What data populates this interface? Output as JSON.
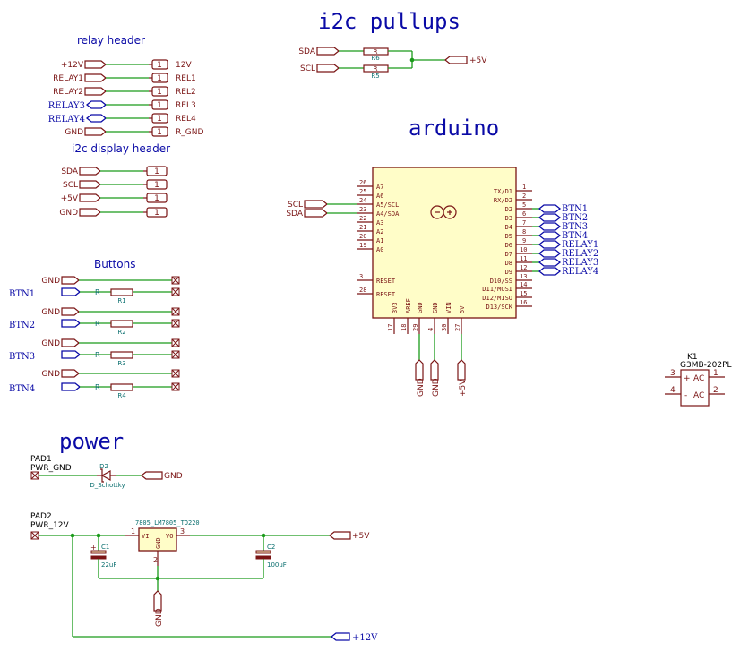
{
  "titles": {
    "i2c_pullups": "i2c pullups",
    "arduino": "arduino",
    "power": "power",
    "relay_header": "relay header",
    "i2c_display_header": "i2c display header",
    "buttons": "Buttons"
  },
  "relay_header": {
    "rows": [
      {
        "net": "+12V",
        "pin": "1",
        "name": "12V"
      },
      {
        "net": "RELAY1",
        "pin": "1",
        "name": "REL1"
      },
      {
        "net": "RELAY2",
        "pin": "1",
        "name": "REL2"
      },
      {
        "net": "RELAY3",
        "pin": "1",
        "name": "REL3"
      },
      {
        "net": "RELAY4",
        "pin": "1",
        "name": "REL4"
      },
      {
        "net": "GND",
        "pin": "1",
        "name": "R_GND"
      }
    ]
  },
  "i2c_display_header": {
    "rows": [
      {
        "net": "SDA",
        "pin": "1"
      },
      {
        "net": "SCL",
        "pin": "1"
      },
      {
        "net": "+5V",
        "pin": "1"
      },
      {
        "net": "GND",
        "pin": "1"
      }
    ]
  },
  "i2c_pullups": {
    "sda": "SDA",
    "scl": "SCL",
    "r6_value": "R",
    "r6_ref": "R6",
    "r5_value": "R",
    "r5_ref": "R5",
    "supply": "+5V"
  },
  "buttons": {
    "gnd": "GND",
    "items": [
      {
        "net": "BTN1",
        "res_value": "R",
        "res_ref": "R1"
      },
      {
        "net": "BTN2",
        "res_value": "R",
        "res_ref": "R2"
      },
      {
        "net": "BTN3",
        "res_value": "R",
        "res_ref": "R3"
      },
      {
        "net": "BTN4",
        "res_value": "R",
        "res_ref": "R4"
      }
    ]
  },
  "arduino": {
    "left_pins": [
      {
        "num": "26",
        "name": "A7"
      },
      {
        "num": "25",
        "name": "A6"
      },
      {
        "num": "24",
        "name": "A5/SCL"
      },
      {
        "num": "23",
        "name": "A4/SDA"
      },
      {
        "num": "22",
        "name": "A3"
      },
      {
        "num": "21",
        "name": "A2"
      },
      {
        "num": "20",
        "name": "A1"
      },
      {
        "num": "19",
        "name": "A0"
      }
    ],
    "reset_pins": [
      {
        "num": "3",
        "name": "RESET"
      },
      {
        "num": "28",
        "name": "RESET"
      }
    ],
    "right_pins": [
      {
        "num": "1",
        "name": "TX/D1"
      },
      {
        "num": "2",
        "name": "RX/D2"
      },
      {
        "num": "5",
        "name": "D2"
      },
      {
        "num": "6",
        "name": "D3"
      },
      {
        "num": "7",
        "name": "D4"
      },
      {
        "num": "8",
        "name": "D5"
      },
      {
        "num": "9",
        "name": "D6"
      },
      {
        "num": "10",
        "name": "D7"
      },
      {
        "num": "11",
        "name": "D8"
      },
      {
        "num": "12",
        "name": "D9"
      },
      {
        "num": "13",
        "name": "D10/SS"
      },
      {
        "num": "14",
        "name": "D11/MOSI"
      },
      {
        "num": "15",
        "name": "D12/MISO"
      },
      {
        "num": "16",
        "name": "D13/SCK"
      }
    ],
    "bottom_pins": [
      {
        "num": "17",
        "name": "3V3"
      },
      {
        "num": "18",
        "name": "AREF"
      },
      {
        "num": "29",
        "name": "GND"
      },
      {
        "num": "4",
        "name": "GND"
      },
      {
        "num": "30",
        "name": "VIN"
      },
      {
        "num": "27",
        "name": "5V"
      }
    ],
    "left_nets": [
      "SCL",
      "SDA"
    ],
    "right_nets": [
      "BTN1",
      "BTN2",
      "BTN3",
      "BTN4",
      "RELAY1",
      "RELAY2",
      "RELAY3",
      "RELAY4"
    ],
    "bottom_nets": [
      "GND",
      "GND",
      "+5V"
    ]
  },
  "relay": {
    "ref": "K1",
    "part": "G3MB-202PL",
    "pin3": "3",
    "pin4": "4",
    "pin1": "1",
    "pin2": "2",
    "plus": "+",
    "minus": "-",
    "ac1": "AC",
    "ac2": "AC"
  },
  "power": {
    "pad1_ref": "PAD1",
    "pad1_name": "PWR_GND",
    "d2_ref": "D2",
    "d2_value": "D_Schottky",
    "gnd": "GND",
    "pad2_ref": "PAD2",
    "pad2_name": "PWR_12V",
    "reg_value": "7805_LM7805_TO220",
    "reg_vi": "VI",
    "reg_vo": "VO",
    "reg_gnd": "GND",
    "reg_pin1": "1",
    "reg_pin2": "2",
    "reg_pin3": "3",
    "v5": "+5V",
    "c1_ref": "C1",
    "c1_value": "22uF",
    "c2_ref": "C2",
    "c2_value": "100uF",
    "v12": "+12V"
  }
}
